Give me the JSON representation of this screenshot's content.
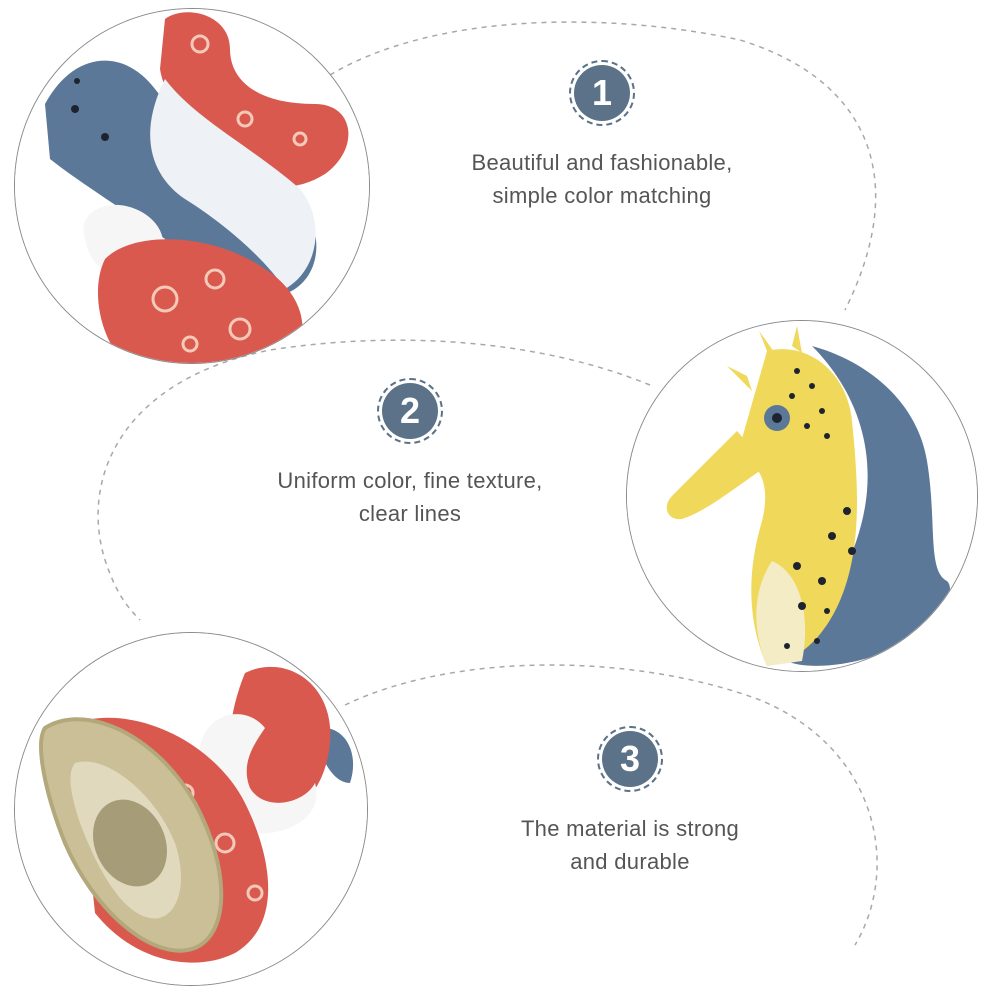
{
  "features": [
    {
      "number": "1",
      "text": "Beautiful and fashionable,\nsimple color matching"
    },
    {
      "number": "2",
      "text": "Uniform color, fine texture,\nclear lines"
    },
    {
      "number": "3",
      "text": "The material is strong\nand durable"
    }
  ],
  "colors": {
    "badge": "#5b7288",
    "text": "#555555",
    "dashed_line": "#a8a8a8",
    "seahorse_yellow": "#f0d85a",
    "seahorse_blue": "#5c7898",
    "coral_red": "#d9594f"
  },
  "images": [
    {
      "icon": "seahorse-tail-closeup-photo"
    },
    {
      "icon": "seahorse-head-closeup-photo"
    },
    {
      "icon": "coral-base-closeup-photo"
    }
  ]
}
